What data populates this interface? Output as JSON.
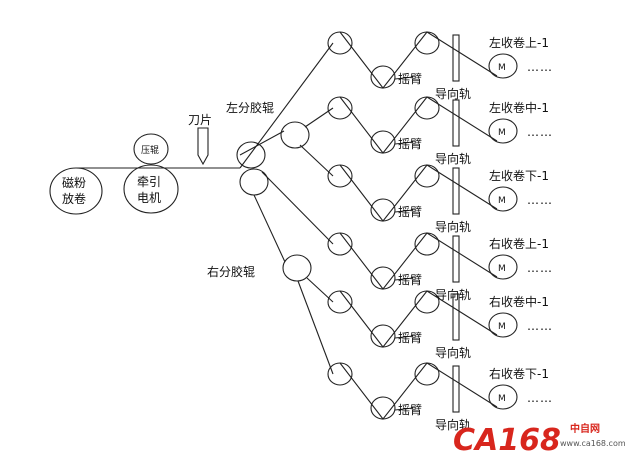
{
  "diagram": {
    "nodes": {
      "unwind": {
        "line1": "磁粉",
        "line2": "放卷"
      },
      "press_roller": "压辊",
      "traction": {
        "line1": "牵引",
        "line2": "电机"
      },
      "blade": "刀片",
      "left_splitter": "左分胶辊",
      "right_splitter": "右分胶辊"
    },
    "branches": [
      {
        "swing": "摇臂",
        "rail": "导向轨",
        "motor": "M",
        "winder": "左收卷上-1",
        "more": "……"
      },
      {
        "swing": "摇臂",
        "rail": "导向轨",
        "motor": "M",
        "winder": "左收卷中-1",
        "more": "……"
      },
      {
        "swing": "摇臂",
        "rail": "导向轨",
        "motor": "M",
        "winder": "左收卷下-1",
        "more": "……"
      },
      {
        "swing": "摇臂",
        "rail": "导向轨",
        "motor": "M",
        "winder": "右收卷上-1",
        "more": "……"
      },
      {
        "swing": "摇臂",
        "rail": "导向轨",
        "motor": "M",
        "winder": "右收卷中-1",
        "more": "……"
      },
      {
        "swing": "摇臂",
        "rail": "导向轨",
        "motor": "M",
        "winder": "右收卷下-1",
        "more": "……"
      }
    ],
    "watermark": {
      "brand": "CA168",
      "site": "中自网",
      "domain": "www.ca168.com"
    }
  }
}
